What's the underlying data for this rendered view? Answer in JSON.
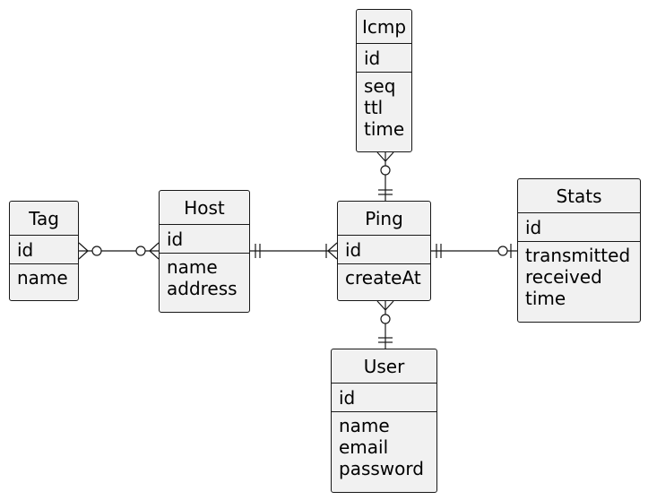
{
  "entities": {
    "icmp": {
      "name": "Icmp",
      "key": "id",
      "attributes": [
        "seq",
        "ttl",
        "time"
      ]
    },
    "tag": {
      "name": "Tag",
      "key": "id",
      "attributes": [
        "name"
      ]
    },
    "host": {
      "name": "Host",
      "key": "id",
      "attributes": [
        "name",
        "address"
      ]
    },
    "ping": {
      "name": "Ping",
      "key": "id",
      "attributes": [
        "createAt"
      ]
    },
    "stats": {
      "name": "Stats",
      "key": "id",
      "attributes": [
        "transmitted",
        "received",
        "time"
      ]
    },
    "user": {
      "name": "User",
      "key": "id",
      "attributes": [
        "name",
        "email",
        "password"
      ]
    }
  },
  "relationships": [
    {
      "from": "tag",
      "from_cardinality": "zero-or-many",
      "to": "host",
      "to_cardinality": "zero-or-many"
    },
    {
      "from": "host",
      "from_cardinality": "exactly-one",
      "to": "ping",
      "to_cardinality": "one-or-many"
    },
    {
      "from": "ping",
      "from_cardinality": "exactly-one",
      "to": "stats",
      "to_cardinality": "zero-or-one"
    },
    {
      "from": "icmp",
      "from_cardinality": "zero-or-many",
      "to": "ping",
      "to_cardinality": "exactly-one"
    },
    {
      "from": "ping",
      "from_cardinality": "zero-or-many",
      "to": "user",
      "to_cardinality": "exactly-one"
    }
  ],
  "colors": {
    "line": "#181818",
    "entity_fill": "#f1f1f1",
    "background": "#ffffff"
  }
}
